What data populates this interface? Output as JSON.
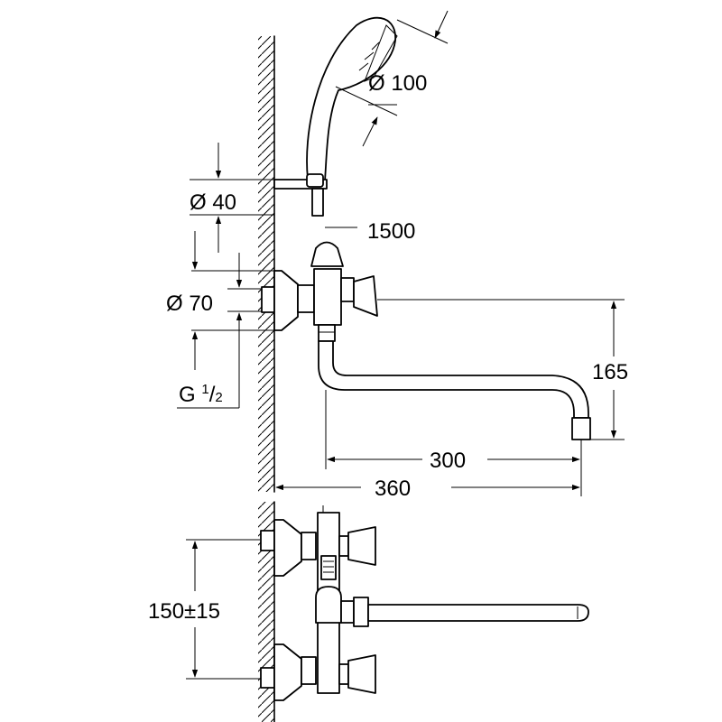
{
  "dimensions": {
    "shower_head_diameter": "Ø 100",
    "holder_diameter": "Ø 40",
    "hose_length": "1500",
    "flange_diameter": "Ø 70",
    "thread_main": "G ",
    "thread_num": "1",
    "thread_den": "2",
    "spout_height": "165",
    "spout_reach": "300",
    "overall_projection": "360",
    "inlet_spacing": "150±15"
  }
}
